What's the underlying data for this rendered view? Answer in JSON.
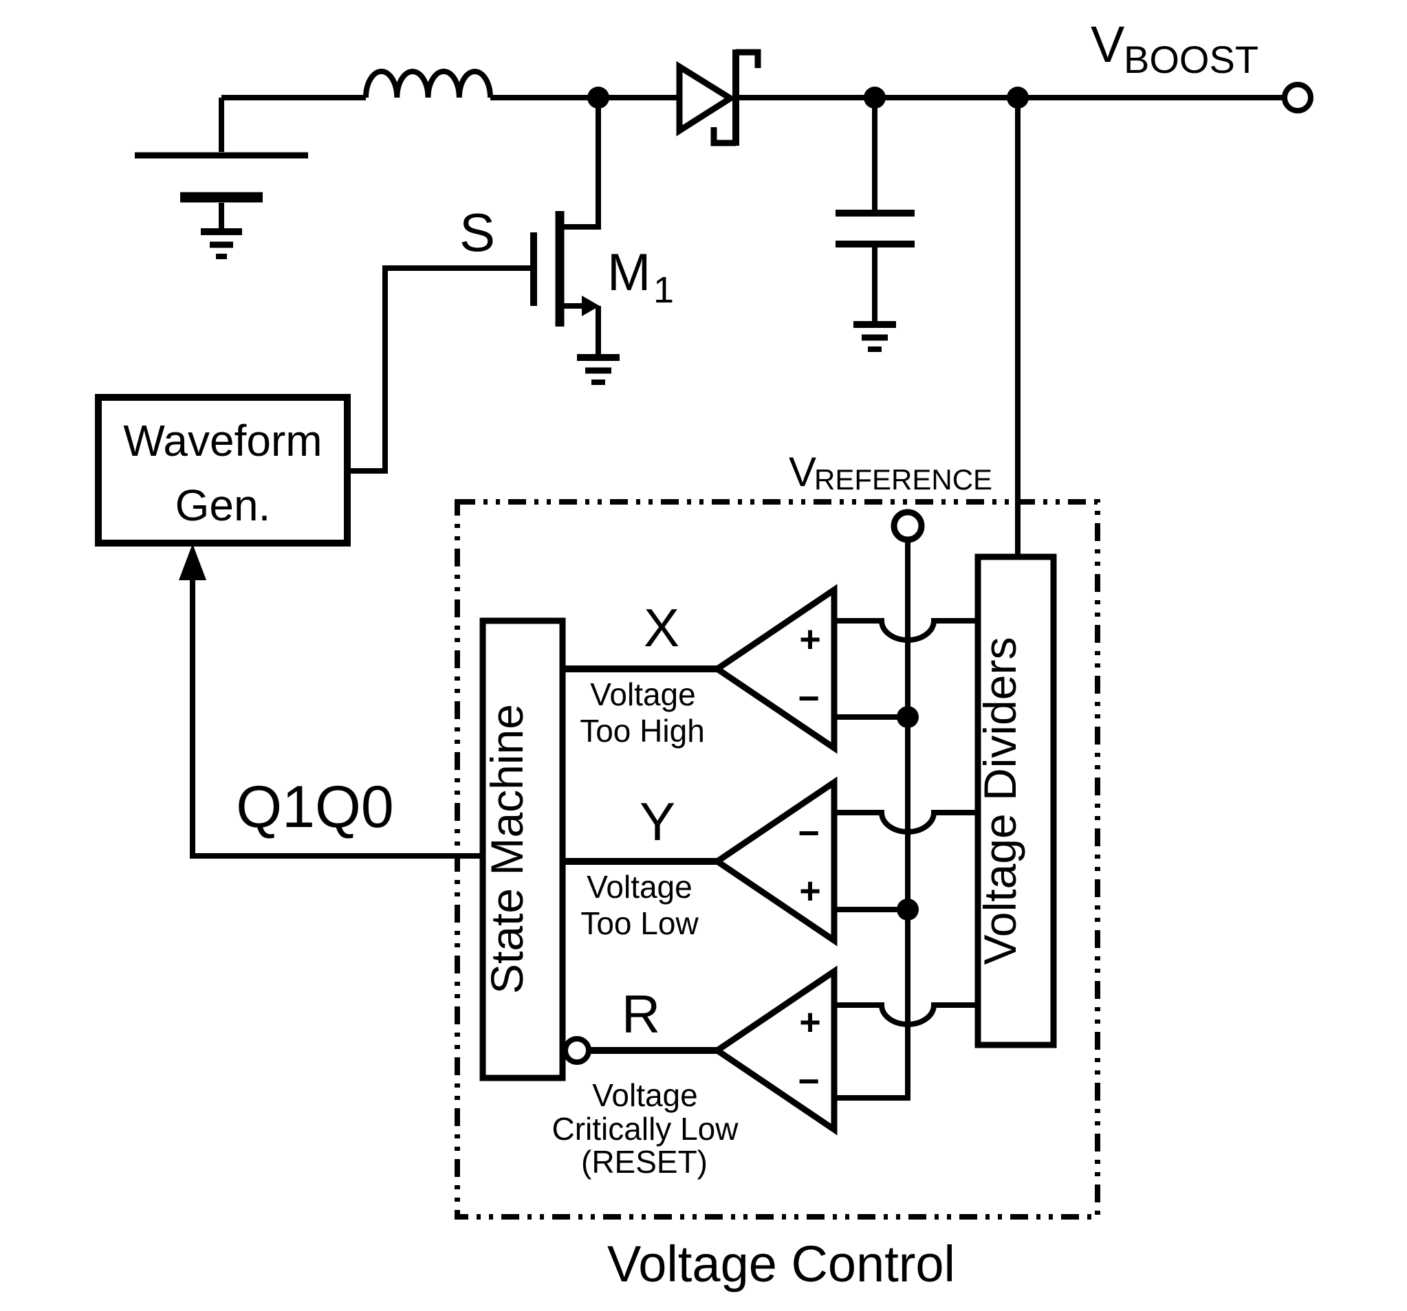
{
  "colors": {
    "ink": "#000000",
    "background": "#ffffff"
  },
  "labels": {
    "vboost": {
      "main": "V",
      "sub": "BOOST"
    },
    "vreference": {
      "main": "V",
      "sub": "REFERENCE"
    },
    "gate_signal": "S",
    "mosfet": {
      "main": "M",
      "sub": "1"
    },
    "waveform_gen": {
      "line1": "Waveform",
      "line2": "Gen."
    },
    "feedback_bus": "Q1Q0",
    "voltage_control_title": "Voltage Control",
    "state_machine": "State Machine",
    "voltage_dividers": "Voltage Dividers"
  },
  "comparators": [
    {
      "id": "X",
      "output_label": "X",
      "top_sign": "+",
      "bottom_sign": "−",
      "desc": [
        "Voltage",
        "Too High"
      ]
    },
    {
      "id": "Y",
      "output_label": "Y",
      "top_sign": "−",
      "bottom_sign": "+",
      "desc": [
        "Voltage",
        "Too Low"
      ]
    },
    {
      "id": "R",
      "output_label": "R",
      "top_sign": "+",
      "bottom_sign": "−",
      "desc": [
        "Voltage",
        "Critically Low",
        "(RESET)"
      ]
    }
  ]
}
